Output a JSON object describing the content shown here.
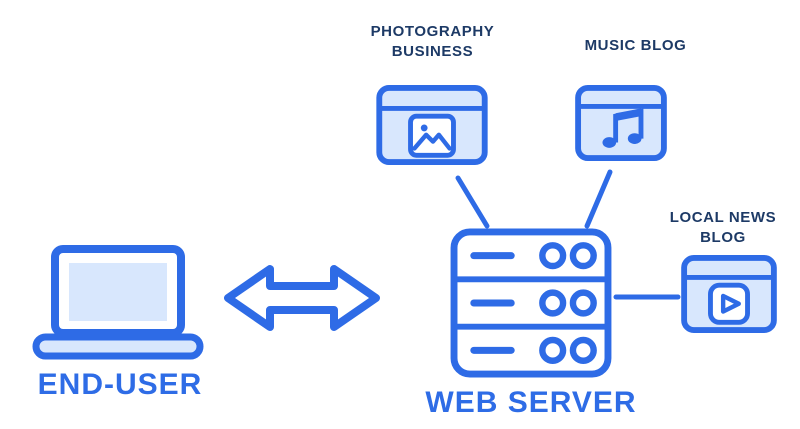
{
  "diagram": {
    "title_present": false,
    "nodes": {
      "end_user": {
        "label": "END-USER",
        "icon": "laptop-icon"
      },
      "web_server": {
        "label": "WEB SERVER",
        "icon": "server-rack-icon"
      },
      "photography": {
        "label": "PHOTOGRAPHY BUSINESS",
        "icon": "browser-image-icon"
      },
      "music": {
        "label": "MUSIC BLOG",
        "icon": "browser-music-note-icon"
      },
      "local_news": {
        "label": "LOCAL NEWS BLOG",
        "icon": "browser-video-play-icon"
      }
    },
    "edges": [
      {
        "from": "end_user",
        "to": "web_server",
        "style": "double-headed-arrow"
      },
      {
        "from": "web_server",
        "to": "photography",
        "style": "line"
      },
      {
        "from": "web_server",
        "to": "music",
        "style": "line"
      },
      {
        "from": "web_server",
        "to": "local_news",
        "style": "line"
      }
    ],
    "colors": {
      "primary_blue": "#2e6be6",
      "light_blue_fill": "#d8e7fd",
      "label_navy": "#1d3a66",
      "big_label_blue": "#2e6ce6",
      "background": "#ffffff"
    }
  }
}
